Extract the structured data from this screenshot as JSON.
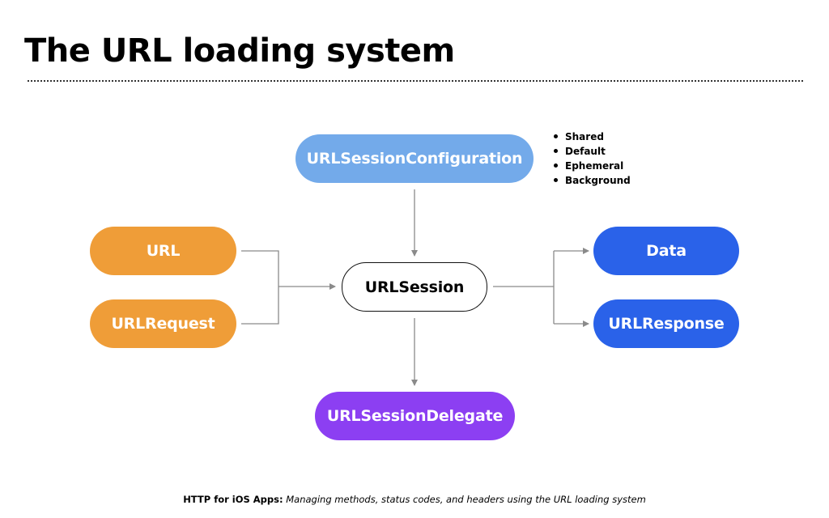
{
  "title": "The URL loading system",
  "nodes": {
    "configuration": "URLSessionConfiguration",
    "url": "URL",
    "request": "URLRequest",
    "session": "URLSession",
    "data": "Data",
    "response": "URLResponse",
    "delegate": "URLSessionDelegate"
  },
  "configuration_types": [
    "Shared",
    "Default",
    "Ephemeral",
    "Background"
  ],
  "colors": {
    "configuration": "#73aaea",
    "input": "#ef9d38",
    "output": "#2a62e9",
    "delegate": "#8c3ff2",
    "connector": "#8a8a8a"
  },
  "footer": {
    "book": "HTTP for iOS Apps:",
    "description": "Managing methods, status codes, and headers using the URL loading system"
  }
}
